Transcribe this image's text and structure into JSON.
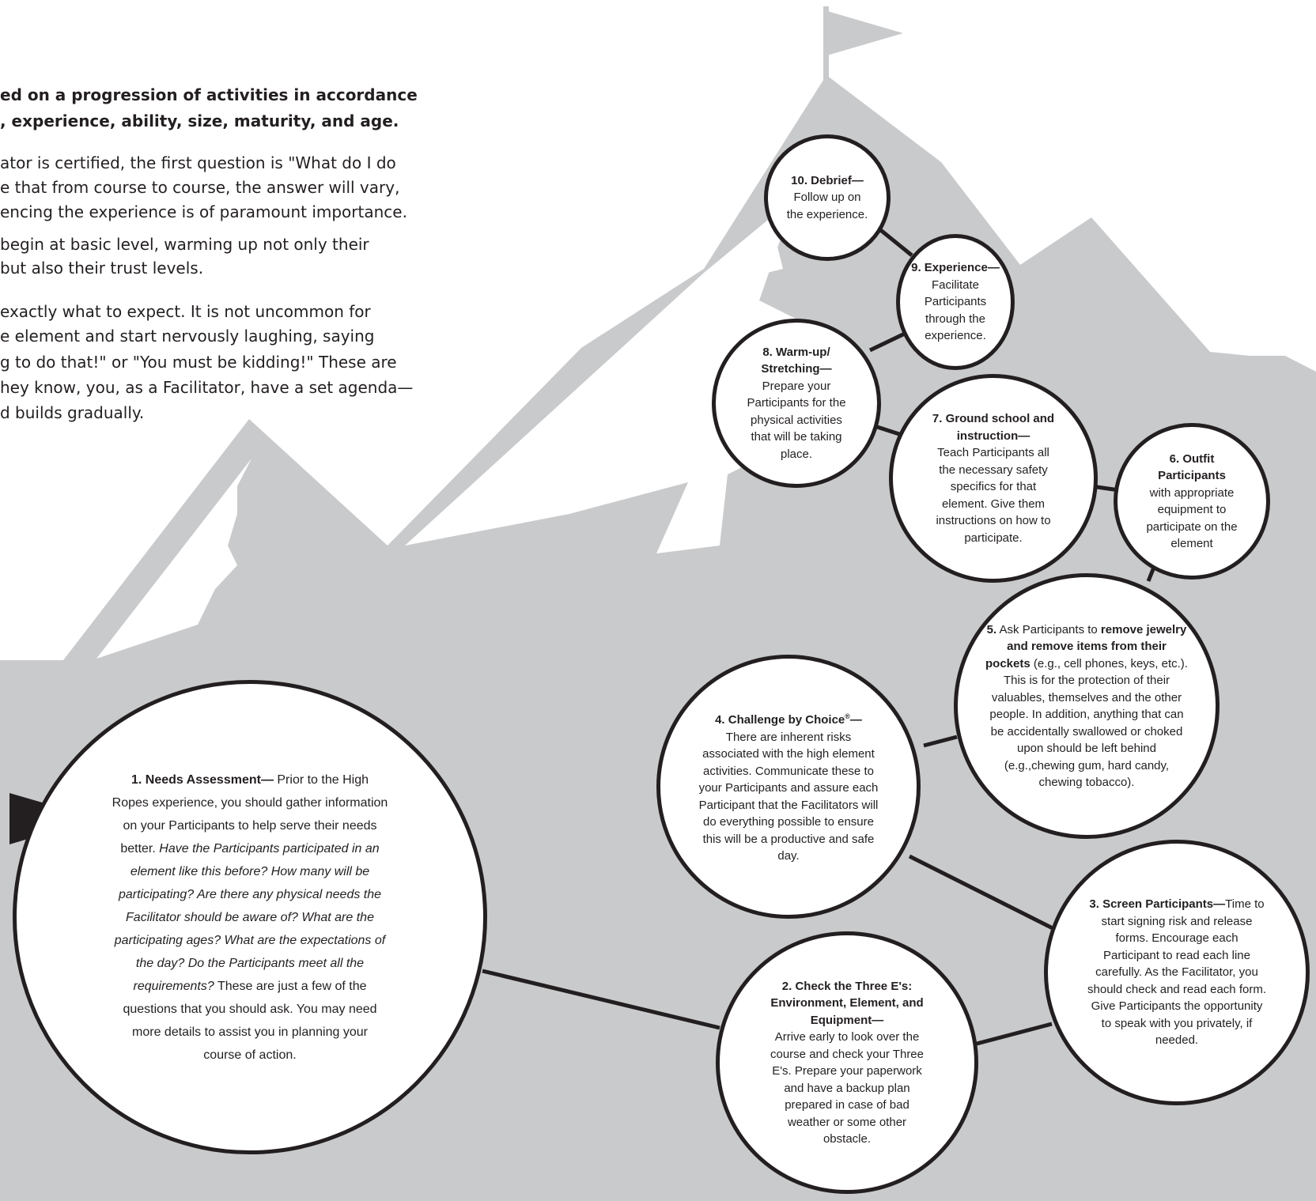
{
  "intro": {
    "bold_lines": [
      "ed on a progression of activities in accordance",
      ", experience, ability, size, maturity, and age."
    ],
    "para1_lines": [
      "ator is certified, the first question is \"What do I do",
      "e that from course to course, the answer will vary,",
      "encing the experience is of paramount importance.",
      "begin at basic level, warming up not only their",
      "but also their trust levels."
    ],
    "para2_lines": [
      "exactly what to expect. It is not uncommon for",
      "e element and start nervously laughing, saying",
      "g to do that!\" or \"You must be kidding!\" These are",
      "hey know, you, as a Facilitator, have a set agenda—",
      "d builds gradually."
    ]
  },
  "steps": {
    "s1": {
      "title": "1. Needs Assessment—",
      "text1": " Prior to the High Ropes experience, you should gather information on your Participants to help serve their needs better. ",
      "italic": "Have the Participants participated in an element like this before? How many will be participating? Are there any physical needs the Facilitator should be aware of? What are the participating ages? What are the expectations of the day? Do the Participants meet all the requirements?",
      "text2": " These are just a few of the questions that you should ask. You may need more details to assist you in planning your course of action."
    },
    "s2": {
      "title": "2. Check the Three E's: Environment, Element, and Equipment—",
      "text": "Arrive early to look over the course and check your Three E's. Prepare your paperwork and have a backup plan prepared in case of bad weather or some other obstacle."
    },
    "s3": {
      "title": "3. Screen Participants—",
      "text": "Time to start signing risk and release forms. Encourage each Participant to read each line carefully. As the Facilitator, you should check and read each form. Give Participants the opportunity to speak with you privately, if needed."
    },
    "s4": {
      "title": "4. Challenge by Choice",
      "reg": "®",
      "dash": "—",
      "text": "There are inherent risks associated with the high element activities. Communicate these to your Participants and assure each Participant that the Facilitators will do everything possible to ensure this will be a productive and safe day."
    },
    "s5": {
      "num": "5.",
      "text1": " Ask Participants to ",
      "bold": "remove jewelry and remove items from their pockets",
      "text2": " (e.g., cell phones, keys, etc.). This is for the protection of their valuables, themselves and the other people. In addition, anything that can be accidentally swallowed or choked upon should be left behind (e.g.,chewing gum, hard candy,  chewing tobacco)."
    },
    "s6": {
      "title": "6. Outfit Participants",
      "text": "with appropriate equipment to participate on the element"
    },
    "s7": {
      "title": "7. Ground school and instruction—",
      "text": "Teach Participants all the necessary safety specifics for that element. Give them instructions on how to participate."
    },
    "s8": {
      "title": "8. Warm-up/ Stretching—",
      "text": "Prepare your Participants for the physical activities that will be taking place."
    },
    "s9": {
      "title": "9. Experience—",
      "text": "Facilitate Participants through the experience."
    },
    "s10": {
      "title": "10. Debrief—",
      "text": "Follow up on the experience."
    }
  },
  "colors": {
    "mountain": "#c9cacc",
    "snow": "#ffffff",
    "ink": "#231f20",
    "flag": "#c9cacc"
  }
}
